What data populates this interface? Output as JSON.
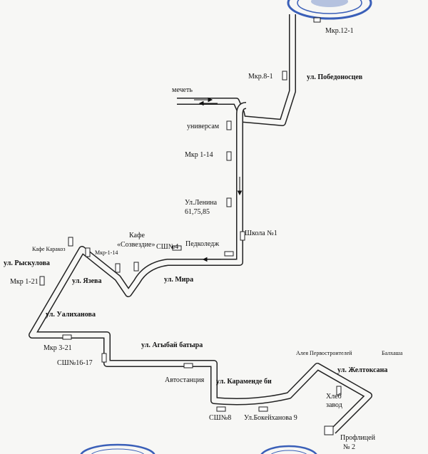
{
  "stops": {
    "mkr_12_1": "Мкр.12-1",
    "mkr_8_1": "Мкр.8-1",
    "mechet": "мечеть",
    "universam": "универсам",
    "mkr_1_14": "Мкр 1-14",
    "ul_lenina_1": "Ул.Ленина",
    "ul_lenina_2": "61,75,85",
    "shkola_1": "Школа №1",
    "pedkoledzh": "Педколедж",
    "kafe_1": "Кафе",
    "kafe_2": "«Созвездие»",
    "ssh_4": "СШ№4",
    "mkr_1_14_small": "Мкр-1-14",
    "kafe_karakoz": "Кафе Каракоз",
    "mkr_1_21": "Мкр 1-21",
    "mkr_3_21": "Мкр 3-21",
    "ssh_16_17": "СШ№16-17",
    "avtostanciya": "Автостанция",
    "ssh_8": "СШ№8",
    "ul_bokeikhanova_9": "Ул.Бокейханова 9",
    "aleya": "Алея Первостроителей",
    "balkhasha": "Балхаша",
    "khleb_1": "Хлеб",
    "khleb_2": "завод",
    "proflitsey_1": "Профлицей",
    "proflitsey_2": "№ 2"
  },
  "streets": {
    "pobedonoscev": "ул. Победоносцев",
    "ryskulova": "ул. Рыскулова",
    "yazeva": "ул. Язева",
    "mira": "ул. Мира",
    "ualikhanova": "ул. Уалиханова",
    "agybai": "ул. Агыбай батыра",
    "karamende": "ул. Караменде би",
    "zheltoksana": "ул. Желтоксана"
  },
  "colors": {
    "road": "#222222",
    "paper": "#f7f7f5",
    "stamp": "#3a5fb8"
  },
  "icons": {
    "arrows": "arrow",
    "stamps": "stamp-seal"
  }
}
